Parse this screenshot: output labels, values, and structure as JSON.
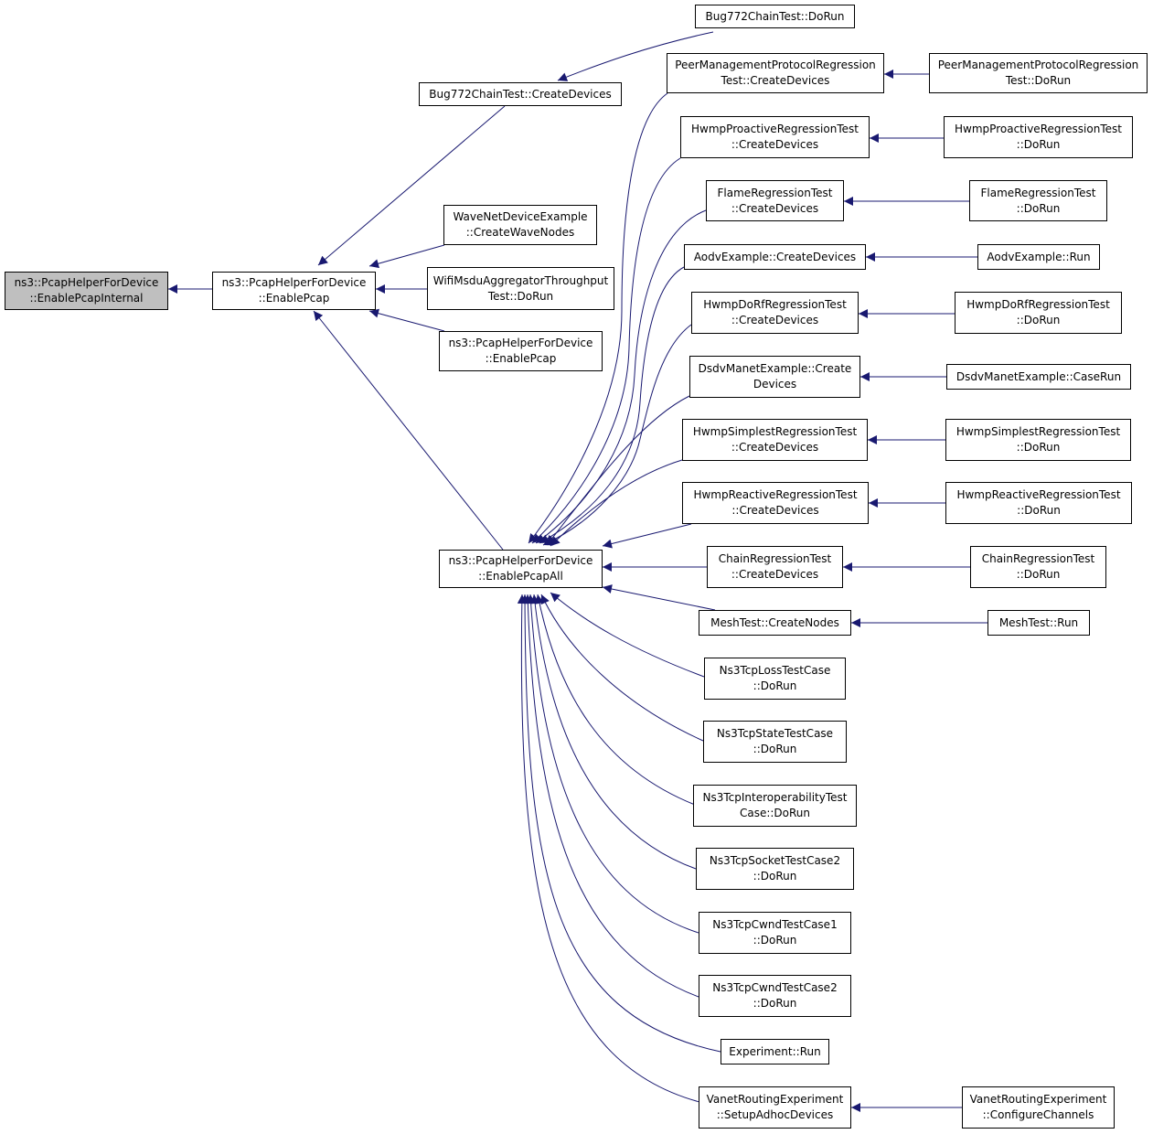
{
  "colors": {
    "edge": "#191970",
    "node_border": "#000000",
    "root_fill": "#bfbfbf"
  },
  "nodes": {
    "enable_pcap_internal": [
      "ns3::PcapHelperForDevice",
      "::EnablePcapInternal"
    ],
    "enable_pcap": [
      "ns3::PcapHelperForDevice",
      "::EnablePcap"
    ],
    "enable_pcap_all": [
      "ns3::PcapHelperForDevice",
      "::EnablePcapAll"
    ],
    "bug772_create_devices": [
      "Bug772ChainTest::CreateDevices"
    ],
    "bug772_do_run": [
      "Bug772ChainTest::DoRun"
    ],
    "wave_create_nodes": [
      "WaveNetDeviceExample",
      "::CreateWaveNodes"
    ],
    "wifi_msdu_do_run": [
      "WifiMsduAggregatorThroughput",
      "Test::DoRun"
    ],
    "enable_pcap_overload": [
      "ns3::PcapHelperForDevice",
      "::EnablePcap"
    ],
    "peer_create_devices": [
      "PeerManagementProtocolRegression",
      "Test::CreateDevices"
    ],
    "peer_do_run": [
      "PeerManagementProtocolRegression",
      "Test::DoRun"
    ],
    "hwmp_proactive_create": [
      "HwmpProactiveRegressionTest",
      "::CreateDevices"
    ],
    "hwmp_proactive_run": [
      "HwmpProactiveRegressionTest",
      "::DoRun"
    ],
    "flame_create": [
      "FlameRegressionTest",
      "::CreateDevices"
    ],
    "flame_run": [
      "FlameRegressionTest",
      "::DoRun"
    ],
    "aodv_create": [
      "AodvExample::CreateDevices"
    ],
    "aodv_run": [
      "AodvExample::Run"
    ],
    "hwmp_dorf_create": [
      "HwmpDoRfRegressionTest",
      "::CreateDevices"
    ],
    "hwmp_dorf_run": [
      "HwmpDoRfRegressionTest",
      "::DoRun"
    ],
    "dsdv_create": [
      "DsdvManetExample::Create",
      "Devices"
    ],
    "dsdv_caserun": [
      "DsdvManetExample::CaseRun"
    ],
    "hwmp_simplest_create": [
      "HwmpSimplestRegressionTest",
      "::CreateDevices"
    ],
    "hwmp_simplest_run": [
      "HwmpSimplestRegressionTest",
      "::DoRun"
    ],
    "hwmp_reactive_create": [
      "HwmpReactiveRegressionTest",
      "::CreateDevices"
    ],
    "hwmp_reactive_run": [
      "HwmpReactiveRegressionTest",
      "::DoRun"
    ],
    "chain_create": [
      "ChainRegressionTest",
      "::CreateDevices"
    ],
    "chain_run": [
      "ChainRegressionTest",
      "::DoRun"
    ],
    "mesh_create_nodes": [
      "MeshTest::CreateNodes"
    ],
    "mesh_run": [
      "MeshTest::Run"
    ],
    "tcp_loss_run": [
      "Ns3TcpLossTestCase",
      "::DoRun"
    ],
    "tcp_state_run": [
      "Ns3TcpStateTestCase",
      "::DoRun"
    ],
    "tcp_interop_run": [
      "Ns3TcpInteroperabilityTest",
      "Case::DoRun"
    ],
    "tcp_socket2_run": [
      "Ns3TcpSocketTestCase2",
      "::DoRun"
    ],
    "tcp_cwnd1_run": [
      "Ns3TcpCwndTestCase1",
      "::DoRun"
    ],
    "tcp_cwnd2_run": [
      "Ns3TcpCwndTestCase2",
      "::DoRun"
    ],
    "experiment_run": [
      "Experiment::Run"
    ],
    "vanet_setup": [
      "VanetRoutingExperiment",
      "::SetupAdhocDevices"
    ],
    "vanet_configure": [
      "VanetRoutingExperiment",
      "::ConfigureChannels"
    ]
  }
}
